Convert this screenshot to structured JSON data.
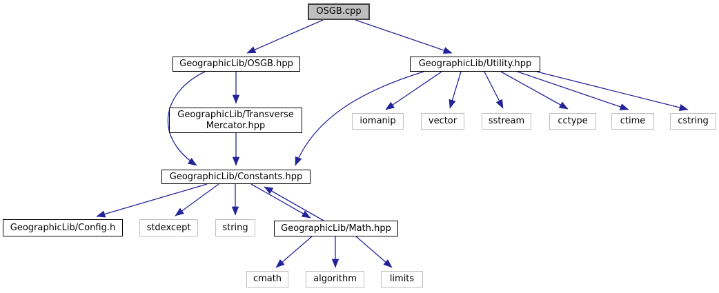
{
  "diagram": {
    "kind": "include-dependency-graph",
    "root": "OSGB.cpp",
    "colors": {
      "edge": "#24249A",
      "root_fill": "#BFBFBF",
      "root_border": "#404040",
      "header_border": "#000000",
      "system_border": "#BEBEBE",
      "text": "#000000",
      "background": "#FFFFFF"
    },
    "nodes": [
      {
        "id": "osgb-cpp",
        "label": "OSGB.cpp",
        "kind": "root"
      },
      {
        "id": "osgb-hpp",
        "label": "GeographicLib/OSGB.hpp",
        "kind": "header"
      },
      {
        "id": "utility-hpp",
        "label": "GeographicLib/Utility.hpp",
        "kind": "header"
      },
      {
        "id": "tm-hpp",
        "label": "GeographicLib/Transverse\nMercator.hpp",
        "kind": "header"
      },
      {
        "id": "iomanip",
        "label": "iomanip",
        "kind": "system"
      },
      {
        "id": "vector",
        "label": "vector",
        "kind": "system"
      },
      {
        "id": "sstream",
        "label": "sstream",
        "kind": "system"
      },
      {
        "id": "cctype",
        "label": "cctype",
        "kind": "system"
      },
      {
        "id": "ctime",
        "label": "ctime",
        "kind": "system"
      },
      {
        "id": "cstring",
        "label": "cstring",
        "kind": "system"
      },
      {
        "id": "constants-hpp",
        "label": "GeographicLib/Constants.hpp",
        "kind": "header"
      },
      {
        "id": "config-h",
        "label": "GeographicLib/Config.h",
        "kind": "header"
      },
      {
        "id": "stdexcept",
        "label": "stdexcept",
        "kind": "system"
      },
      {
        "id": "string",
        "label": "string",
        "kind": "system"
      },
      {
        "id": "math-hpp",
        "label": "GeographicLib/Math.hpp",
        "kind": "header"
      },
      {
        "id": "cmath",
        "label": "cmath",
        "kind": "system"
      },
      {
        "id": "algorithm",
        "label": "algorithm",
        "kind": "system"
      },
      {
        "id": "limits",
        "label": "limits",
        "kind": "system"
      }
    ],
    "edges": [
      {
        "from": "OSGB.cpp",
        "to": "GeographicLib/OSGB.hpp"
      },
      {
        "from": "OSGB.cpp",
        "to": "GeographicLib/Utility.hpp"
      },
      {
        "from": "GeographicLib/OSGB.hpp",
        "to": "GeographicLib/TransverseMercator.hpp"
      },
      {
        "from": "GeographicLib/OSGB.hpp",
        "to": "GeographicLib/Constants.hpp"
      },
      {
        "from": "GeographicLib/TransverseMercator.hpp",
        "to": "GeographicLib/Constants.hpp"
      },
      {
        "from": "GeographicLib/Utility.hpp",
        "to": "iomanip"
      },
      {
        "from": "GeographicLib/Utility.hpp",
        "to": "vector"
      },
      {
        "from": "GeographicLib/Utility.hpp",
        "to": "sstream"
      },
      {
        "from": "GeographicLib/Utility.hpp",
        "to": "cctype"
      },
      {
        "from": "GeographicLib/Utility.hpp",
        "to": "ctime"
      },
      {
        "from": "GeographicLib/Utility.hpp",
        "to": "cstring"
      },
      {
        "from": "GeographicLib/Utility.hpp",
        "to": "GeographicLib/Constants.hpp"
      },
      {
        "from": "GeographicLib/Constants.hpp",
        "to": "GeographicLib/Config.h"
      },
      {
        "from": "GeographicLib/Constants.hpp",
        "to": "stdexcept"
      },
      {
        "from": "GeographicLib/Constants.hpp",
        "to": "string"
      },
      {
        "from": "GeographicLib/Constants.hpp",
        "to": "GeographicLib/Math.hpp"
      },
      {
        "from": "GeographicLib/Math.hpp",
        "to": "GeographicLib/Constants.hpp"
      },
      {
        "from": "GeographicLib/Math.hpp",
        "to": "cmath"
      },
      {
        "from": "GeographicLib/Math.hpp",
        "to": "algorithm"
      },
      {
        "from": "GeographicLib/Math.hpp",
        "to": "limits"
      }
    ]
  }
}
